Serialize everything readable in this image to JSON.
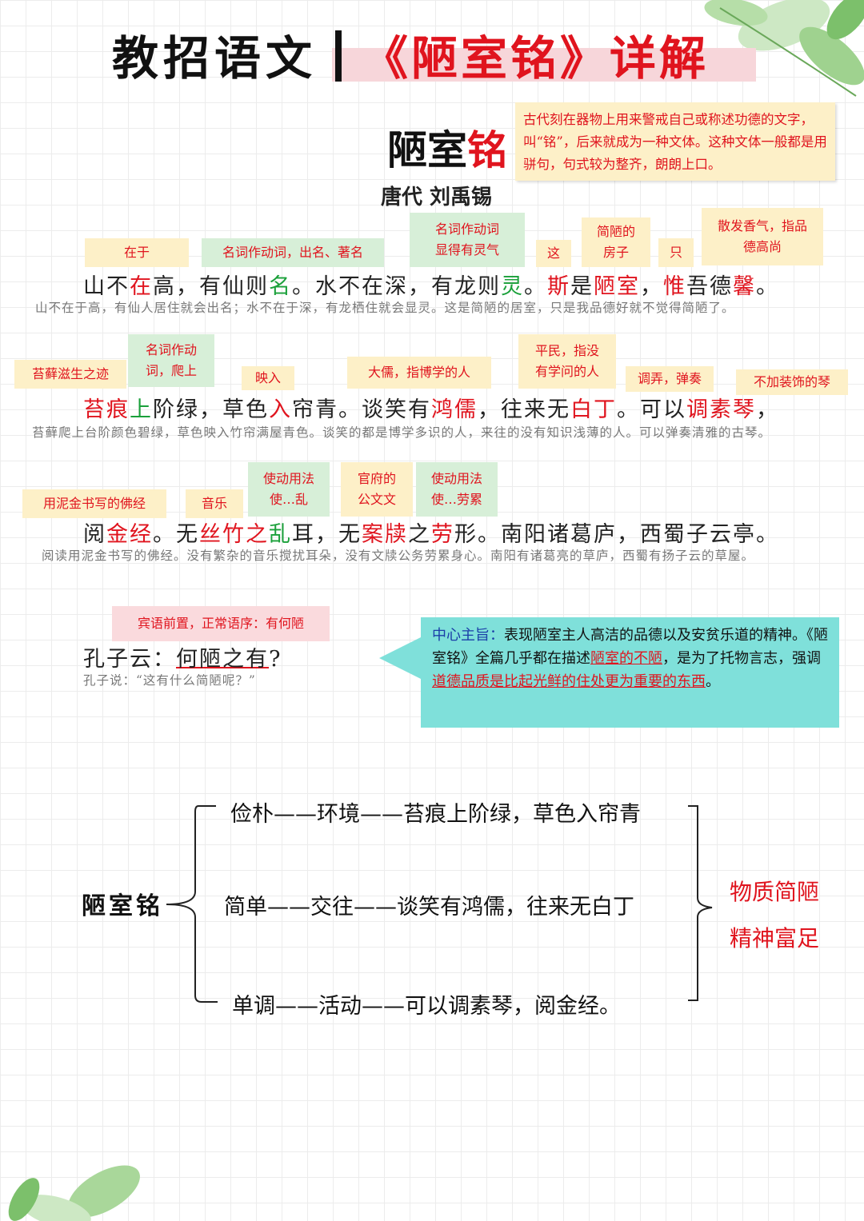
{
  "header": {
    "left": "教招语文",
    "right": "《陋室铭》详解"
  },
  "title": {
    "black": "陋室",
    "red": "铭"
  },
  "author": "唐代 刘禹锡",
  "ming_note": "古代刻在器物上用来警戒自己或称述功德的文字，叫“铭”，后来就成为一种文体。这种文体一般都是用骈句，句式较为整齐，朗朗上口。",
  "tags1": [
    "在于",
    "名词作动词，出名、著名",
    "名词作动词",
    "显得有灵气",
    "这",
    "简陋的",
    "房子",
    "只",
    "散发香气，指品",
    "德高尚"
  ],
  "line1": {
    "t1": "山不",
    "r1": "在",
    "t2": "高，有仙则",
    "g1": "名",
    "t3": "。水不在深，有龙则",
    "g2": "灵",
    "t4": "。",
    "r2": "斯",
    "t5": "是",
    "r3": "陋室",
    "t6": "，",
    "r4": "惟",
    "t7": "吾德",
    "r5": "馨",
    "t8": "。"
  },
  "trans1": "山不在于高，有仙人居住就会出名；水不在于深，有龙栖住就会显灵。这是简陋的居室，只是我品德好就不觉得简陋了。",
  "tags2": [
    "苔藓滋生之迹",
    "名词作动",
    "词，爬上",
    "映入",
    "大儒，指博学的人",
    "平民，指没",
    "有学问的人",
    "调弄，弹奏",
    "不加装饰的琴"
  ],
  "line2": {
    "r1": "苔痕",
    "g1": "上",
    "t1": "阶绿，草色",
    "r2": "入",
    "t2": "帘青。谈笑有",
    "r3": "鸿儒",
    "t3": "，往来无",
    "r4": "白丁",
    "t4": "。可以",
    "r5": "调素琴",
    "t5": "，"
  },
  "trans2": "苔藓爬上台阶颜色碧绿，草色映入竹帘满屋青色。谈笑的都是博学多识的人，来往的没有知识浅薄的人。可以弹奏清雅的古琴。",
  "tags3": [
    "用泥金书写的佛经",
    "音乐",
    "使动用法",
    "使…乱",
    "官府的",
    "公文文",
    "使动用法",
    "使…劳累"
  ],
  "line3": {
    "t1": "阅",
    "r1": "金经",
    "t2": "。无",
    "r2": "丝竹",
    "t3": "之",
    "g1": "乱",
    "t4": "耳，无",
    "r3": "案牍",
    "t5": "之",
    "r4": "劳",
    "t6": "形。南阳诸葛庐，西蜀子云亭。"
  },
  "trans3": "阅读用泥金书写的佛经。没有繁杂的音乐搅扰耳朵，没有文牍公务劳累身心。南阳有诸葛亮的草庐，西蜀有扬子云的草屋。",
  "tag4": "宾语前置，正常语序：有何陋",
  "line4": {
    "t1": "孔子云：",
    "u1": "何陋之有",
    "t2": "?"
  },
  "trans4": "孔子说：“这有什么简陋呢？”",
  "callout": {
    "label": "中心主旨：",
    "t1": "表现陋室主人高洁的品德以及安贫乐道的精神。《陋室铭》全篇几乎都在描述",
    "u1": "陋室的不陋",
    "t2": "，是为了托物言志，强调",
    "u2": "道德品质是比起光鲜的住处更为重要的东西",
    "t3": "。"
  },
  "mindmap": {
    "root": "陋室铭",
    "branches": [
      "俭朴——环境——苔痕上阶绿，草色入帘青",
      "简单——交往——谈笑有鸿儒，往来无白丁",
      "单调——活动——可以调素琴，阅金经。"
    ],
    "result1": "物质简陋",
    "result2": "精神富足"
  }
}
